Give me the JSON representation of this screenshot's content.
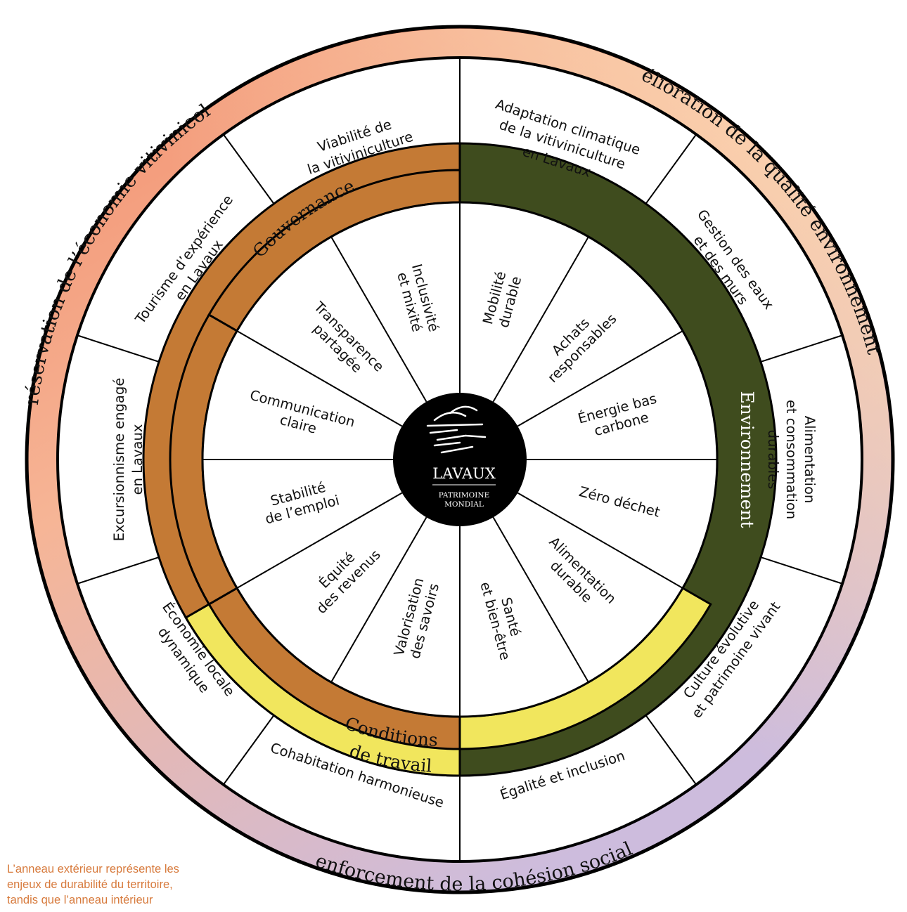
{
  "outer_ring": [
    {
      "label": "Préservation de l’économie vitivinicole"
    },
    {
      "label": "Amélioration de la qualité environnementale"
    },
    {
      "label": "Renforcement de la cohésion sociale"
    }
  ],
  "outer_segments": [
    {
      "lines": [
        "Viabilité de",
        "la vitiviniculture"
      ]
    },
    {
      "lines": [
        "Adaptation climatique",
        "de la vitiviniculture",
        "en Lavaux"
      ]
    },
    {
      "lines": [
        "Gestion des eaux",
        "et des murs"
      ]
    },
    {
      "lines": [
        "Alimentation",
        "et consommation",
        "durables"
      ]
    },
    {
      "lines": [
        "Culture évolutive",
        "et patrimoine vivant"
      ]
    },
    {
      "lines": [
        "Égalité et inclusion"
      ]
    },
    {
      "lines": [
        "Cohabitation harmonieuse"
      ]
    },
    {
      "lines": [
        "Économie locale",
        "dynamique"
      ]
    },
    {
      "lines": [
        "Excursionnisme engagé",
        "en Lavaux"
      ]
    },
    {
      "lines": [
        "Tourisme d’expérience",
        "en Lavaux"
      ]
    }
  ],
  "inner_ring": [
    {
      "label": "Gouvernance",
      "color": "#c47a35"
    },
    {
      "label": "Environnement",
      "color": "#3f4c1e"
    },
    {
      "label_lines": [
        "Conditions",
        "de travail"
      ],
      "color": "#f1e65d"
    }
  ],
  "inner_segments": [
    {
      "lines": [
        "Mobilité",
        "durable"
      ]
    },
    {
      "lines": [
        "Achats",
        "responsables"
      ]
    },
    {
      "lines": [
        "Énergie bas",
        "carbone"
      ]
    },
    {
      "lines": [
        "Zéro déchet"
      ]
    },
    {
      "lines": [
        "Alimentation",
        "durable"
      ]
    },
    {
      "lines": [
        "Santé",
        "et bien-être"
      ]
    },
    {
      "lines": [
        "Valorisation",
        "des savoirs"
      ]
    },
    {
      "lines": [
        "Équité",
        "des revenus"
      ]
    },
    {
      "lines": [
        "Stabilité",
        "de l’emploi"
      ]
    },
    {
      "lines": [
        "Communication",
        "claire"
      ]
    },
    {
      "lines": [
        "Transparence",
        "partagée"
      ]
    },
    {
      "lines": [
        "Inclusivité",
        "et mixité"
      ]
    }
  ],
  "center": {
    "title": "LAVAUX",
    "subtitle_lines": [
      "PATRIMOINE",
      "MONDIAL"
    ]
  },
  "footnote_lines": [
    "L’anneau extérieur représente les",
    "enjeux de durabilité du territoire,",
    "tandis que l’anneau intérieur"
  ],
  "colors": {
    "gradient_orange": "#f28d6c",
    "gradient_peach": "#fad6b3",
    "gradient_lilac": "#cdbcdd",
    "governance": "#c47a35",
    "environment": "#3f4c1e",
    "working_conditions": "#f1e65d",
    "ring_text_outer": "#111111",
    "footnote": "#d77a3c"
  }
}
